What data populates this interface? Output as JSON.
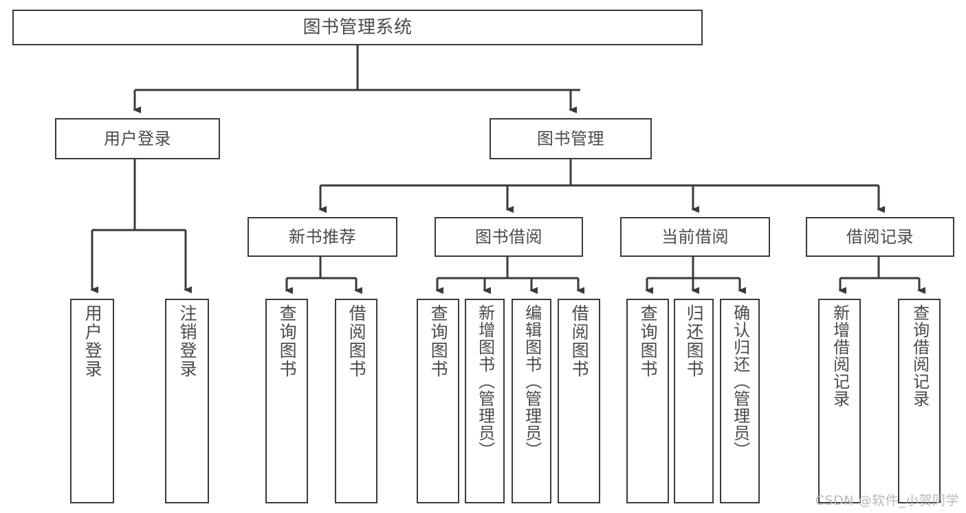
{
  "diagram": {
    "title": "图书管理系统",
    "root": {
      "label": "图书管理系统"
    },
    "level2": [
      {
        "label": "用户登录"
      },
      {
        "label": "图书管理"
      }
    ],
    "level3": [
      {
        "label": "新书推荐"
      },
      {
        "label": "图书借阅"
      },
      {
        "label": "当前借阅"
      },
      {
        "label": "借阅记录"
      }
    ],
    "leaves": [
      {
        "label": "用户登录",
        "parent": "用户登录"
      },
      {
        "label": "注销登录",
        "parent": "用户登录"
      },
      {
        "label": "查询图书",
        "parent": "新书推荐"
      },
      {
        "label": "借阅图书",
        "parent": "新书推荐"
      },
      {
        "label": "查询图书",
        "parent": "图书借阅"
      },
      {
        "label": "新增图书（管理员）",
        "parent": "图书借阅"
      },
      {
        "label": "编辑图书（管理员）",
        "parent": "图书借阅"
      },
      {
        "label": "借阅图书",
        "parent": "图书借阅"
      },
      {
        "label": "查询图书",
        "parent": "当前借阅"
      },
      {
        "label": "归还图书",
        "parent": "当前借阅"
      },
      {
        "label": "确认归还（管理员）",
        "parent": "当前借阅"
      },
      {
        "label": "新增借阅记录",
        "parent": "借阅记录"
      },
      {
        "label": "查询借阅记录",
        "parent": "借阅记录"
      }
    ],
    "colors": {
      "stroke": "#3a3a3a",
      "text": "#4a4a4a",
      "background": "#ffffff",
      "watermark": "#b9b9b9"
    }
  },
  "watermark": {
    "text": "CSDN @软件_小贺同学"
  }
}
